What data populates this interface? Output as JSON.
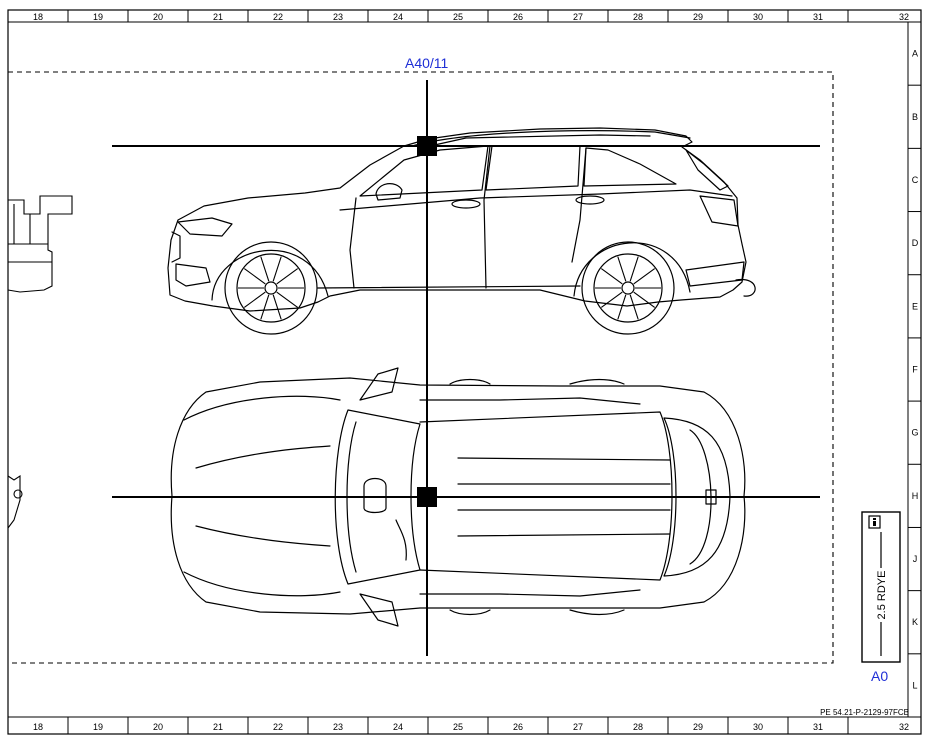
{
  "frame": {
    "columns": [
      "18",
      "19",
      "20",
      "21",
      "22",
      "23",
      "24",
      "25",
      "26",
      "27",
      "28",
      "29",
      "30",
      "31",
      "32"
    ],
    "rows": [
      "A",
      "B",
      "C",
      "D",
      "E",
      "F",
      "G",
      "H",
      "J",
      "K",
      "L"
    ]
  },
  "diagram": {
    "component_ref": "A40/11",
    "location_ref": "A0",
    "symbol_label": "2.5 RDYE",
    "info_icon": "info-icon",
    "document_code": "PE 54.21-P-2129-97FCB",
    "ref_color": "#1f2fd6",
    "line_color": "#000000"
  }
}
